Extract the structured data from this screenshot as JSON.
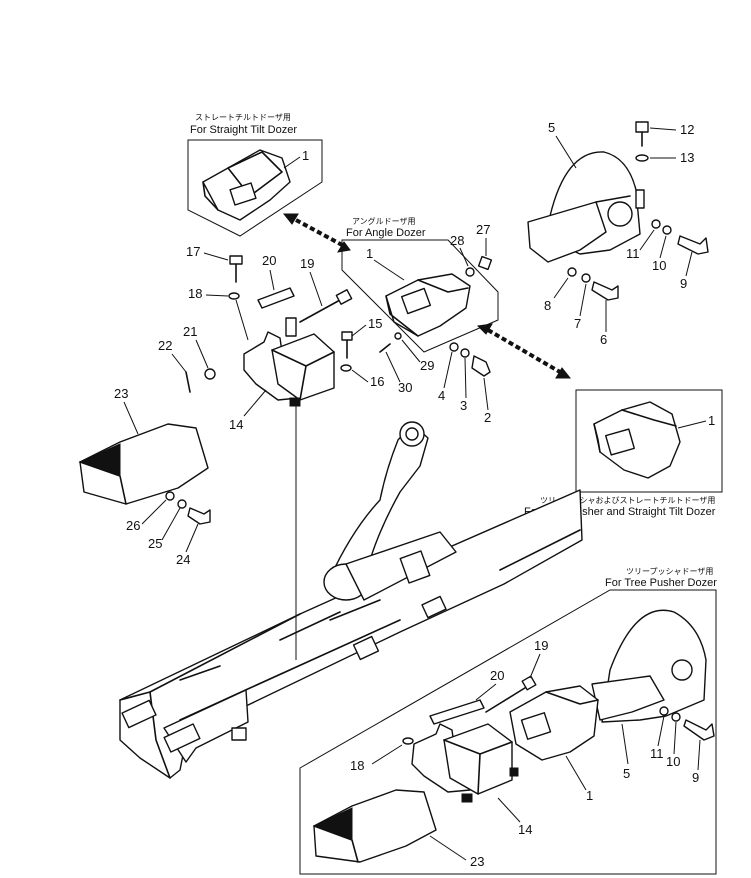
{
  "captions": {
    "straight_tilt_jp": "ストレートチルトドーザ用",
    "straight_tilt_en": "For Straight Tilt Dozer",
    "angle_jp": "アングルドーザ用",
    "angle_en": "For Angle Dozer",
    "tree_straight_jp": "ツリープッシャおよびストレートチルトドーザ用",
    "tree_straight_en": "For Tree Pusher and Straight Tilt Dozer",
    "tree_pusher_jp": "ツリープッシャドーザ用",
    "tree_pusher_en": "For Tree Pusher Dozer"
  },
  "part_numbers": {
    "p1": "1",
    "p2": "2",
    "p3": "3",
    "p4": "4",
    "p5": "5",
    "p6": "6",
    "p7": "7",
    "p8": "8",
    "p9": "9",
    "p10": "10",
    "p11": "11",
    "p12": "12",
    "p13": "13",
    "p14": "14",
    "p15": "15",
    "p16": "16",
    "p17": "17",
    "p18": "18",
    "p19": "19",
    "p20": "20",
    "p21": "21",
    "p22": "22",
    "p23": "23",
    "p24": "24",
    "p25": "25",
    "p26": "26",
    "p27": "27",
    "p28": "28",
    "p29": "29",
    "p30": "30"
  }
}
